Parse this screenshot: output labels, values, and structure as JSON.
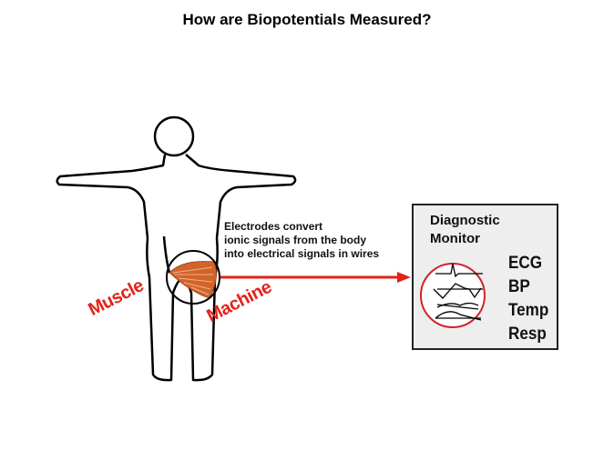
{
  "title": "How are Biopotentials Measured?",
  "caption": [
    "Electrodes convert",
    "ionic signals from the body",
    "into electrical signals in wires"
  ],
  "labels": {
    "muscle": "Muscle",
    "machine": "Machine"
  },
  "monitor": {
    "title_lines": [
      "Diagnostic",
      "Monitor"
    ],
    "signals": [
      "ECG",
      "BP",
      "Temp",
      "Resp"
    ]
  },
  "colors": {
    "accent_red": "#e2231a",
    "muscle": "#d2642a",
    "monitor_bg": "#eeeeee"
  }
}
